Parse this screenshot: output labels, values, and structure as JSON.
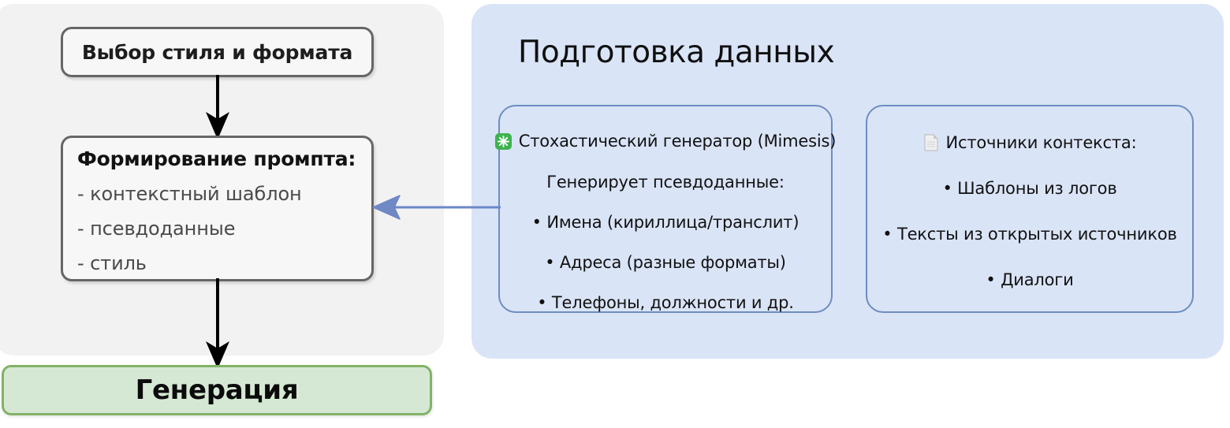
{
  "diagram": {
    "title_left_panel": "",
    "colors": {
      "panel_left_bg": "#f2f2f2",
      "panel_right_bg": "#dae4f7",
      "card_border": "#6c8ebf",
      "node_border": "#666666",
      "generation_fill": "#d5e8d4",
      "generation_border": "#82b366",
      "connector_arrow": "#6b87c7",
      "flow_arrow": "#000000"
    }
  },
  "pipeline": {
    "style_format_node": "Выбор стиля и формата",
    "prompt_node": {
      "title": "Формирование промпта:",
      "items": [
        "- контекстный шаблон",
        "- псевдоданные",
        "- стиль"
      ]
    },
    "generation_node": "Генерация"
  },
  "data_prep": {
    "title": "Подготовка данных",
    "cards": [
      {
        "icon": "sparkle-icon",
        "heading": "Стохастический генератор (Mimesis)",
        "subheading": "Генерирует псевдоданные:",
        "bullets": [
          "• Имена (кириллица/транслит)",
          "• Адреса (разные форматы)",
          "• Телефоны, должности и др."
        ]
      },
      {
        "icon": "page-icon",
        "heading": "Источники контекста:",
        "subheading": "",
        "bullets": [
          "• Шаблоны из логов",
          "• Тексты из открытых источников",
          "• Диалоги"
        ]
      }
    ]
  }
}
